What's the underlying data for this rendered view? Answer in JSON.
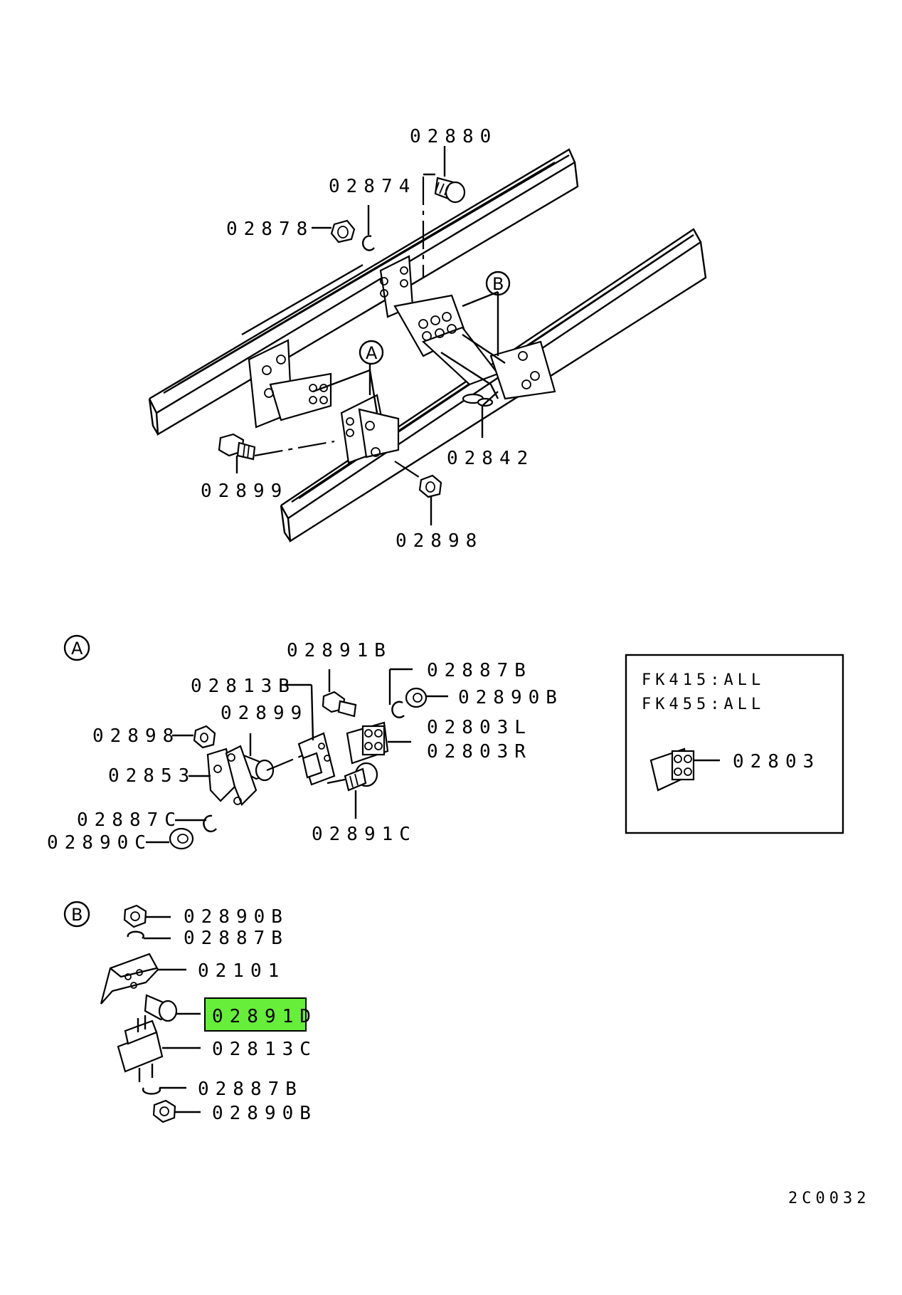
{
  "diagram": {
    "main_labels": [
      "02880",
      "02874",
      "02878",
      "02842",
      "02899",
      "02898"
    ],
    "callouts": [
      "A",
      "B"
    ],
    "detail_a": {
      "marker": "A",
      "labels": [
        "02891B",
        "02887B",
        "02890B",
        "02813B",
        "02899",
        "02803L",
        "02803R",
        "02898",
        "02853",
        "02887C",
        "02890C",
        "02891C"
      ]
    },
    "applicability_box": {
      "lines": [
        "FK415:ALL",
        "FK455:ALL"
      ],
      "label": "02803"
    },
    "detail_b": {
      "marker": "B",
      "labels": [
        "02890B",
        "02887B",
        "02101",
        "02891D",
        "02813C",
        "02887B",
        "02890B"
      ],
      "highlighted_label": "02891D"
    },
    "figure_code": "2C0032"
  },
  "colors": {
    "highlight": "#66ee3a",
    "ink": "#000000",
    "background": "#ffffff"
  }
}
